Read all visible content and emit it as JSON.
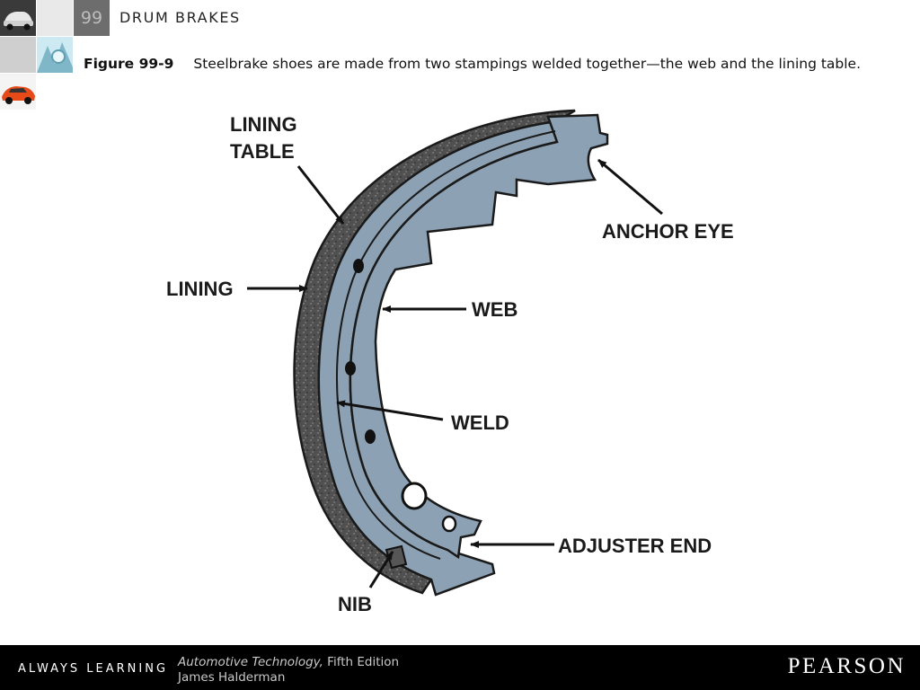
{
  "header": {
    "chapter_number": "99",
    "chapter_title": "DRUM BRAKES"
  },
  "caption": {
    "figure_label": "Figure 99-9",
    "text": "Steelbrake shoes are made from two stampings welded together—the web and the lining table."
  },
  "diagram": {
    "labels": {
      "lining_table_line1": "LINING",
      "lining_table_line2": "TABLE",
      "lining": "LINING",
      "web": "WEB",
      "weld": "WELD",
      "anchor_eye": "ANCHOR EYE",
      "adjuster_end": "ADJUSTER END",
      "nib": "NIB"
    },
    "colors": {
      "web_fill": "#8ca1b3",
      "lining_fill": "#565656",
      "outline": "#1a1a1a"
    }
  },
  "footer": {
    "tagline": "ALWAYS LEARNING",
    "book_title": "Automotive Technology,",
    "edition": " Fifth Edition",
    "author": "James Halderman",
    "publisher": "PEARSON"
  }
}
